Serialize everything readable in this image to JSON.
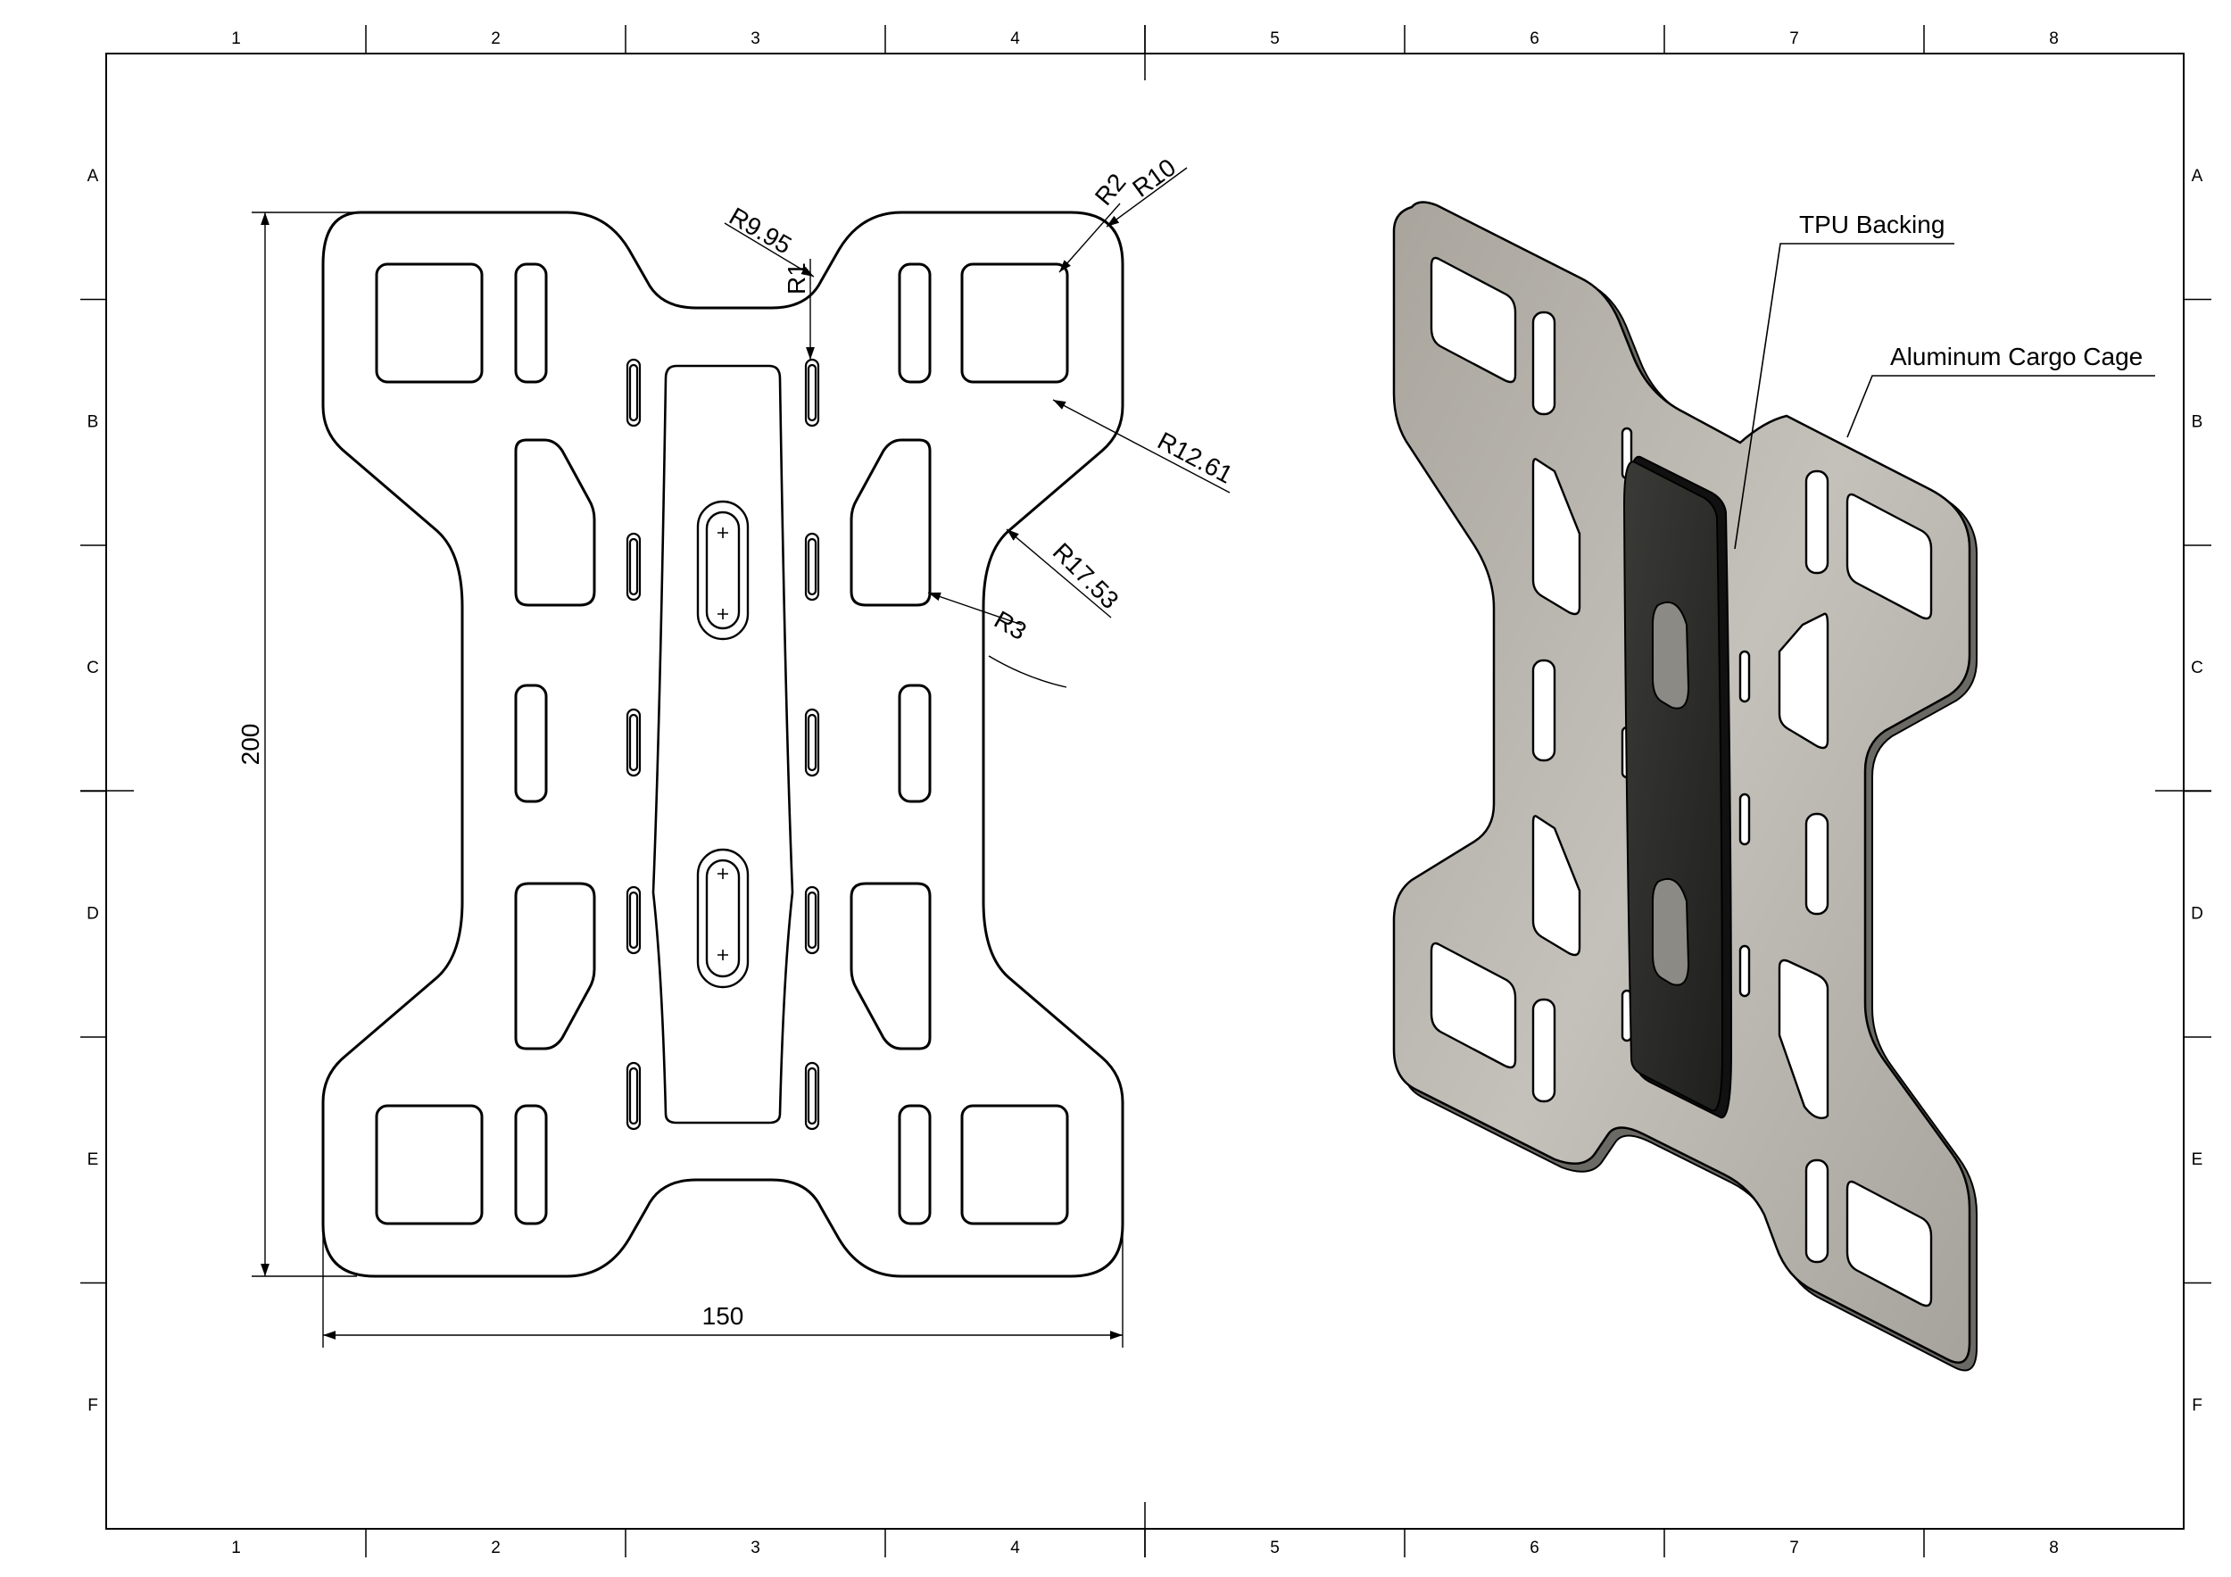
{
  "sheet": {
    "column_labels": [
      "1",
      "2",
      "3",
      "4",
      "5",
      "6",
      "7",
      "8"
    ],
    "row_labels": [
      "A",
      "B",
      "C",
      "D",
      "E",
      "F"
    ]
  },
  "drawing": {
    "overall_height": "200",
    "overall_width": "150",
    "radii": {
      "r9_95": "R9.95",
      "r1": "R1",
      "r2": "R2",
      "r10": "R10",
      "r12_61": "R12.61",
      "r17_53": "R17.53",
      "r3": "R3"
    }
  },
  "iso_view": {
    "callouts": {
      "tpu_backing": "TPU Backing",
      "cargo_cage": "Aluminum Cargo Cage"
    },
    "colors": {
      "aluminum": "#b4b1ab",
      "tpu": "#2e2e2c"
    }
  }
}
